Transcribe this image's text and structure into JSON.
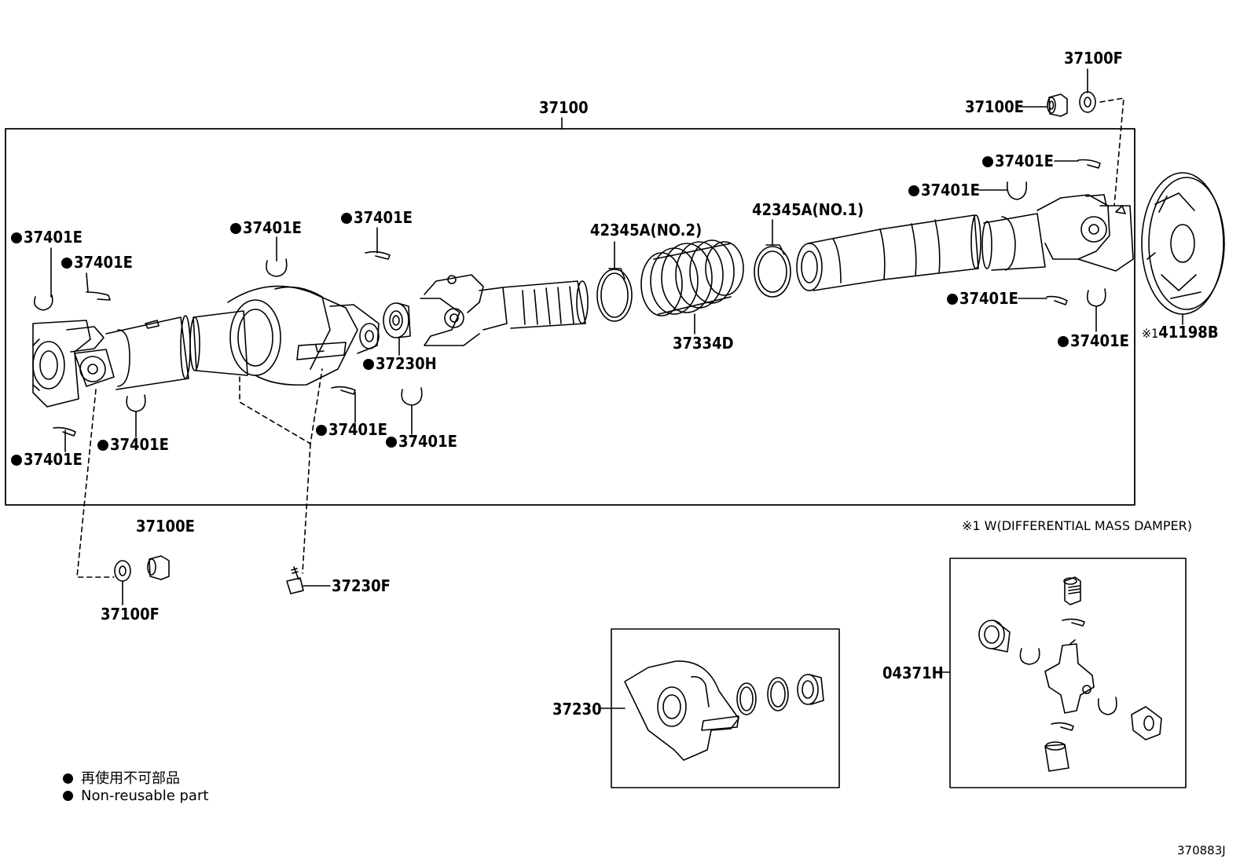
{
  "diagram": {
    "main_assembly": "37100",
    "parts": {
      "p37401E": "37401E",
      "p37230H": "37230H",
      "p42345A_no2": "42345A(NO.2)",
      "p42345A_no1": "42345A(NO.1)",
      "p37334D": "37334D",
      "p37100E": "37100E",
      "p37100F": "37100F",
      "p41198B": "41198B",
      "p41198B_mark": "※1",
      "p37230F": "37230F",
      "p37230": "37230",
      "p04371H": "04371H"
    },
    "footnote": "※1 W(DIFFERENTIAL MASS DAMPER)",
    "legend": {
      "line1": "再使用不可部品",
      "line2": "Non-reusable part"
    },
    "figure_code": "370883J"
  }
}
